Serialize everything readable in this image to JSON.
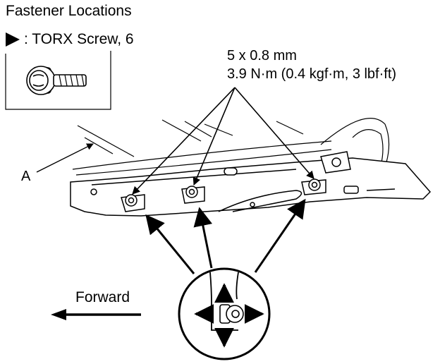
{
  "title": "Fastener Locations",
  "legend": {
    "symbol": "triangle",
    "label": ": TORX Screw, 6"
  },
  "spec": {
    "size": "5 x 0.8 mm",
    "torque": "3.9 N·m (0.4 kgf·m, 3 lbf·ft)"
  },
  "callout": "A",
  "direction": "Forward"
}
